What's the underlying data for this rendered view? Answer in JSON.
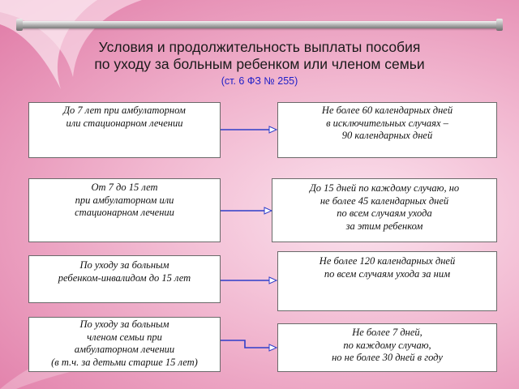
{
  "title": "Условия  и продолжительность выплаты пособия\nпо уходу за  больным ребенком или членом семьи",
  "subtitle": "(ст. 6 ФЗ № 255)",
  "rows": [
    {
      "condition": "До  7 лет  при амбулаторном\nили стационарном лечении",
      "duration": "Не более 60 календарных дней\nв исключительных случаях –\n90 календарных дней"
    },
    {
      "condition": "От 7 до 15 лет\nпри амбулаторном или\nстационарном лечении",
      "duration": "До 15 дней по каждому случаю, но\nне более 45 календарных дней\nпо всем случаям ухода\nза этим ребенком"
    },
    {
      "condition": "По уходу за больным\nребенком-инвалидом до 15 лет",
      "duration": "Не более  120 календарных  дней\nпо всем случаям ухода за ним"
    },
    {
      "condition": "По уходу за  больным\nчленом семьи при\nамбулаторном лечении\n(в т.ч. за детьми  старше 15 лет)",
      "duration": "Не более 7 дней,\nпо каждому случаю,\nно не более 30 дней в году"
    }
  ]
}
